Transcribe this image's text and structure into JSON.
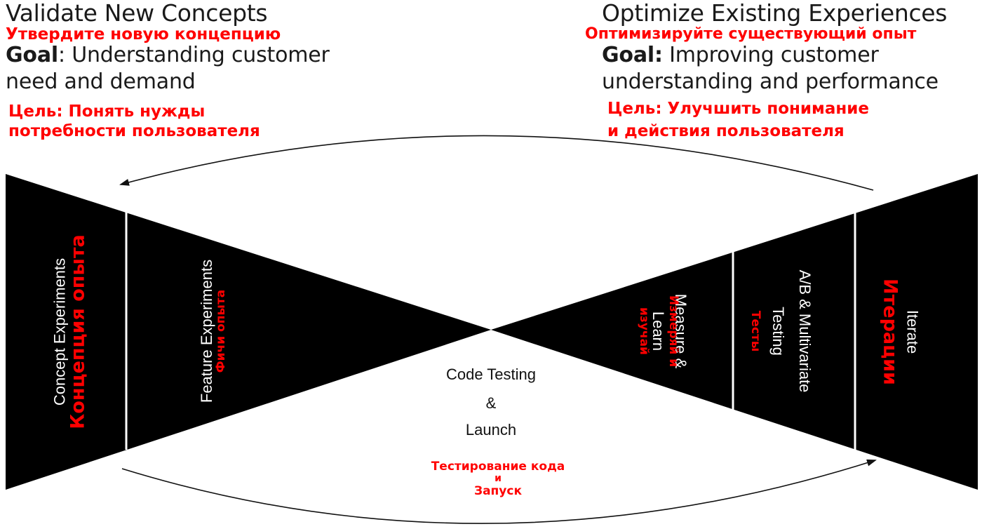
{
  "left_header": {
    "title": "Validate New Concepts",
    "title_ru": "Утвердите новую концепцию",
    "goal_label": "Goal",
    "goal_line1": ": Understanding customer",
    "goal_line2": "need and demand",
    "goal_ru_line1": "Цель: Понять нужды",
    "goal_ru_line2": "потребности пользователя"
  },
  "right_header": {
    "title": "Optimize Existing Experiences",
    "title_ru": "Оптимизируйте существующий опыт",
    "goal_label": "Goal:",
    "goal_line1": " Improving customer",
    "goal_line2": "understanding and performance",
    "goal_ru_line1": "Цель: Улучшить понимание",
    "goal_ru_line2": "и действия пользователя"
  },
  "stages": {
    "concept": {
      "label": "Concept Experiments",
      "label_ru": "Концепция опыта"
    },
    "feature": {
      "label": "Feature Experiments",
      "label_ru": "Фичи опыта"
    },
    "center": {
      "line1": "Code Testing",
      "line2": "&",
      "line3": "Launch",
      "ru_line1": "Тестирование кода",
      "ru_line2": "и",
      "ru_line3": "Запуск"
    },
    "measure": {
      "line1": "Measure &",
      "line2": "Learn",
      "ru_line1": "Измеряй и",
      "ru_line2": "изучай"
    },
    "ab": {
      "line1": "A/B & Multivariate",
      "line2": "Testing",
      "ru": "Тесты"
    },
    "iterate": {
      "label": "Iterate",
      "label_ru": "Итерации"
    }
  },
  "colors": {
    "shape": "#000000",
    "divider": "#ffffff",
    "accent": "#ff0000",
    "text": "#1a1a1a"
  }
}
